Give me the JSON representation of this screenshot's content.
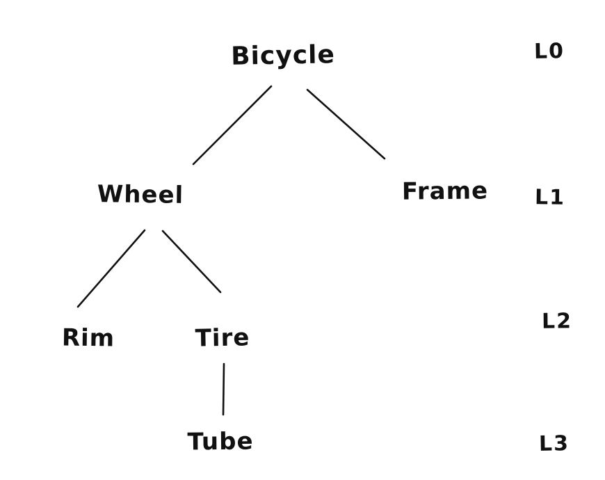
{
  "diagram": {
    "type": "tree",
    "style": "hand-drawn",
    "nodes": [
      {
        "id": "bicycle",
        "label": "Bicycle",
        "level": 0
      },
      {
        "id": "wheel",
        "label": "Wheel",
        "level": 1
      },
      {
        "id": "frame",
        "label": "Frame",
        "level": 1
      },
      {
        "id": "rim",
        "label": "Rim",
        "level": 2
      },
      {
        "id": "tire",
        "label": "Tire",
        "level": 2
      },
      {
        "id": "tube",
        "label": "Tube",
        "level": 3
      }
    ],
    "edges": [
      {
        "from": "Bicycle",
        "to": "Wheel"
      },
      {
        "from": "Bicycle",
        "to": "Frame"
      },
      {
        "from": "Wheel",
        "to": "Rim"
      },
      {
        "from": "Wheel",
        "to": "Tire"
      },
      {
        "from": "Tire",
        "to": "Tube"
      }
    ],
    "level_labels": [
      {
        "label": "L0"
      },
      {
        "label": "L1"
      },
      {
        "label": "L2"
      },
      {
        "label": "L3"
      }
    ],
    "colors": {
      "ink": "#111111",
      "background": "#ffffff"
    }
  }
}
